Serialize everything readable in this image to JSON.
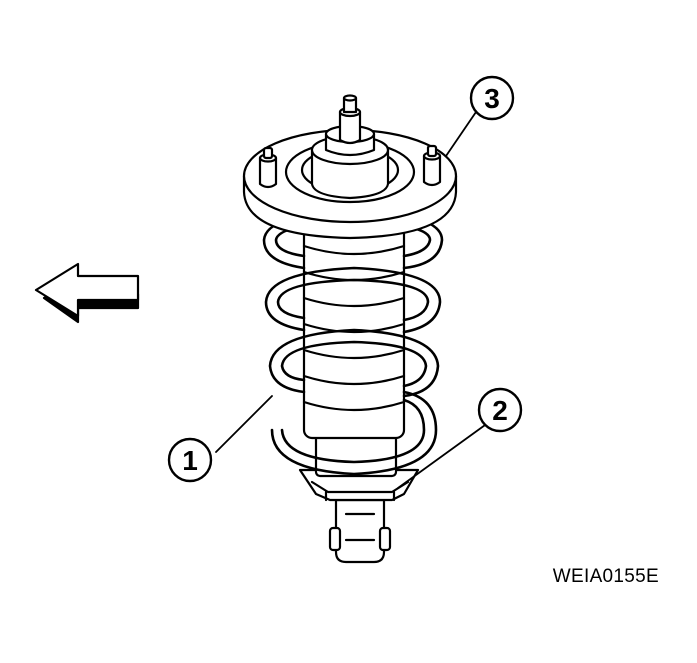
{
  "figure": {
    "reference_code": "WEIA0155E"
  },
  "callouts": [
    {
      "number": "1",
      "part": "coil-spring"
    },
    {
      "number": "2",
      "part": "lower-spring-seat"
    },
    {
      "number": "3",
      "part": "strut-mounting-insulator"
    }
  ],
  "direction_arrow": {
    "icon": "arrow-left-icon",
    "points_toward": "left"
  },
  "colors": {
    "line": "#000000",
    "background": "#ffffff"
  }
}
